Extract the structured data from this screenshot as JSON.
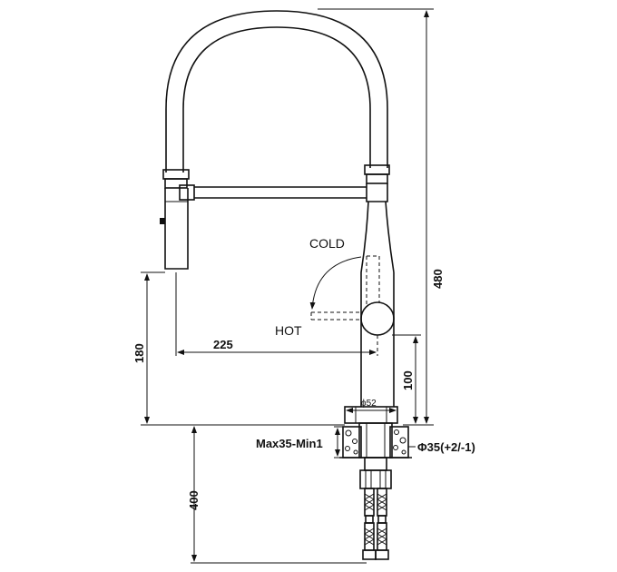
{
  "labels": {
    "cold": "COLD",
    "hot": "HOT"
  },
  "dimensions": {
    "total_height": "480",
    "handle_height": "180",
    "spout_reach": "225",
    "lever_height": "100",
    "base_diameter": "ϕ52",
    "deck_thickness": "Max35-Min1",
    "hole_diameter": "Φ35(+2/-1)",
    "hose_length": "400"
  }
}
